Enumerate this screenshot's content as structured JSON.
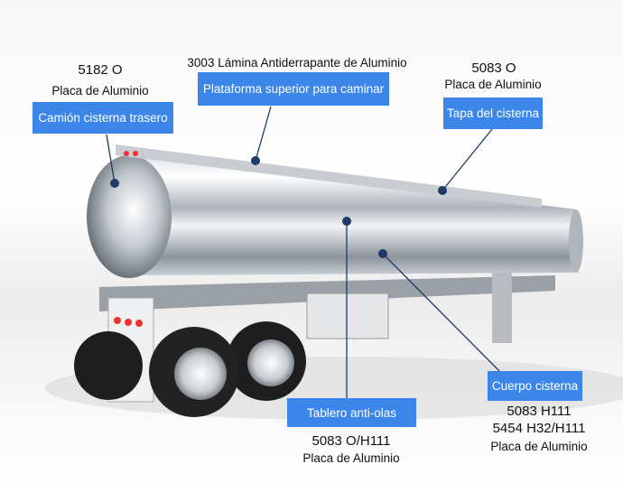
{
  "callouts": {
    "rear": {
      "grade": "5182 O",
      "material": "Placa de Aluminio",
      "label": "Camión cisterna trasero"
    },
    "walkway": {
      "grade": "3003 Lámina Antiderrapante de Aluminio",
      "label": "Plataforma superior para caminar"
    },
    "cover": {
      "grade": "5083 O",
      "material": "Placa de Aluminio",
      "label": "Tapa del cisterna"
    },
    "baffle": {
      "label": "Tablero anti-olas",
      "grade": "5083 O/H111",
      "material": "Placa de Aluminio"
    },
    "body": {
      "label": "Cuerpo cisterna",
      "grade1": "5083 H111",
      "grade2": "5454 H32/H111",
      "material": "Placa de Aluminio"
    }
  },
  "colors": {
    "label_bg": "#3b86e8",
    "leader": "#1f3a66"
  }
}
